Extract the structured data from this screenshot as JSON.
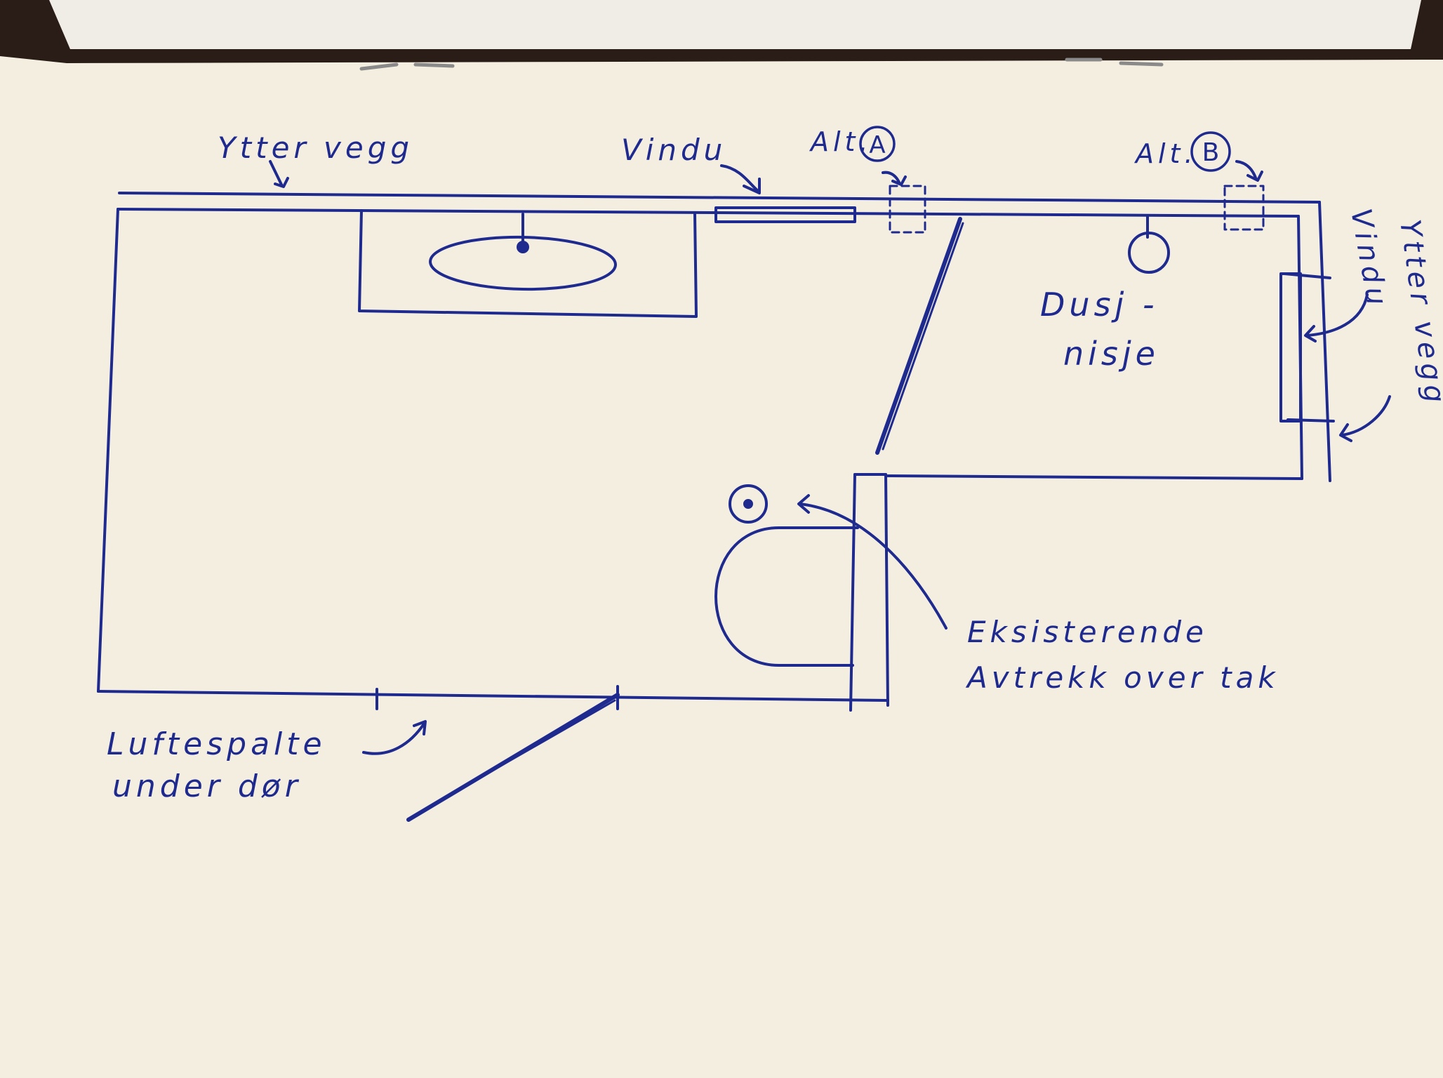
{
  "labels": {
    "ytter_vegg_top": "Ytter vegg",
    "vindu_top": "Vindu",
    "alt_a_prefix": "Alt.",
    "alt_a_letter": "A",
    "alt_b_prefix": "Alt.",
    "alt_b_letter": "B",
    "dusj_line1": "Dusj -",
    "dusj_line2": "nisje",
    "vindu_right": "Vindu",
    "ytter_vegg_right": "Ytter vegg",
    "eksisterende_line1": "Eksisterende",
    "eksisterende_line2": "Avtrekk over tak",
    "luftespalte_line1": "Luftespalte",
    "luftespalte_line2": "under dør"
  },
  "colors": {
    "ink": "#1f2a8f",
    "paper": "#f3eee0",
    "background": "#2a1d18"
  }
}
